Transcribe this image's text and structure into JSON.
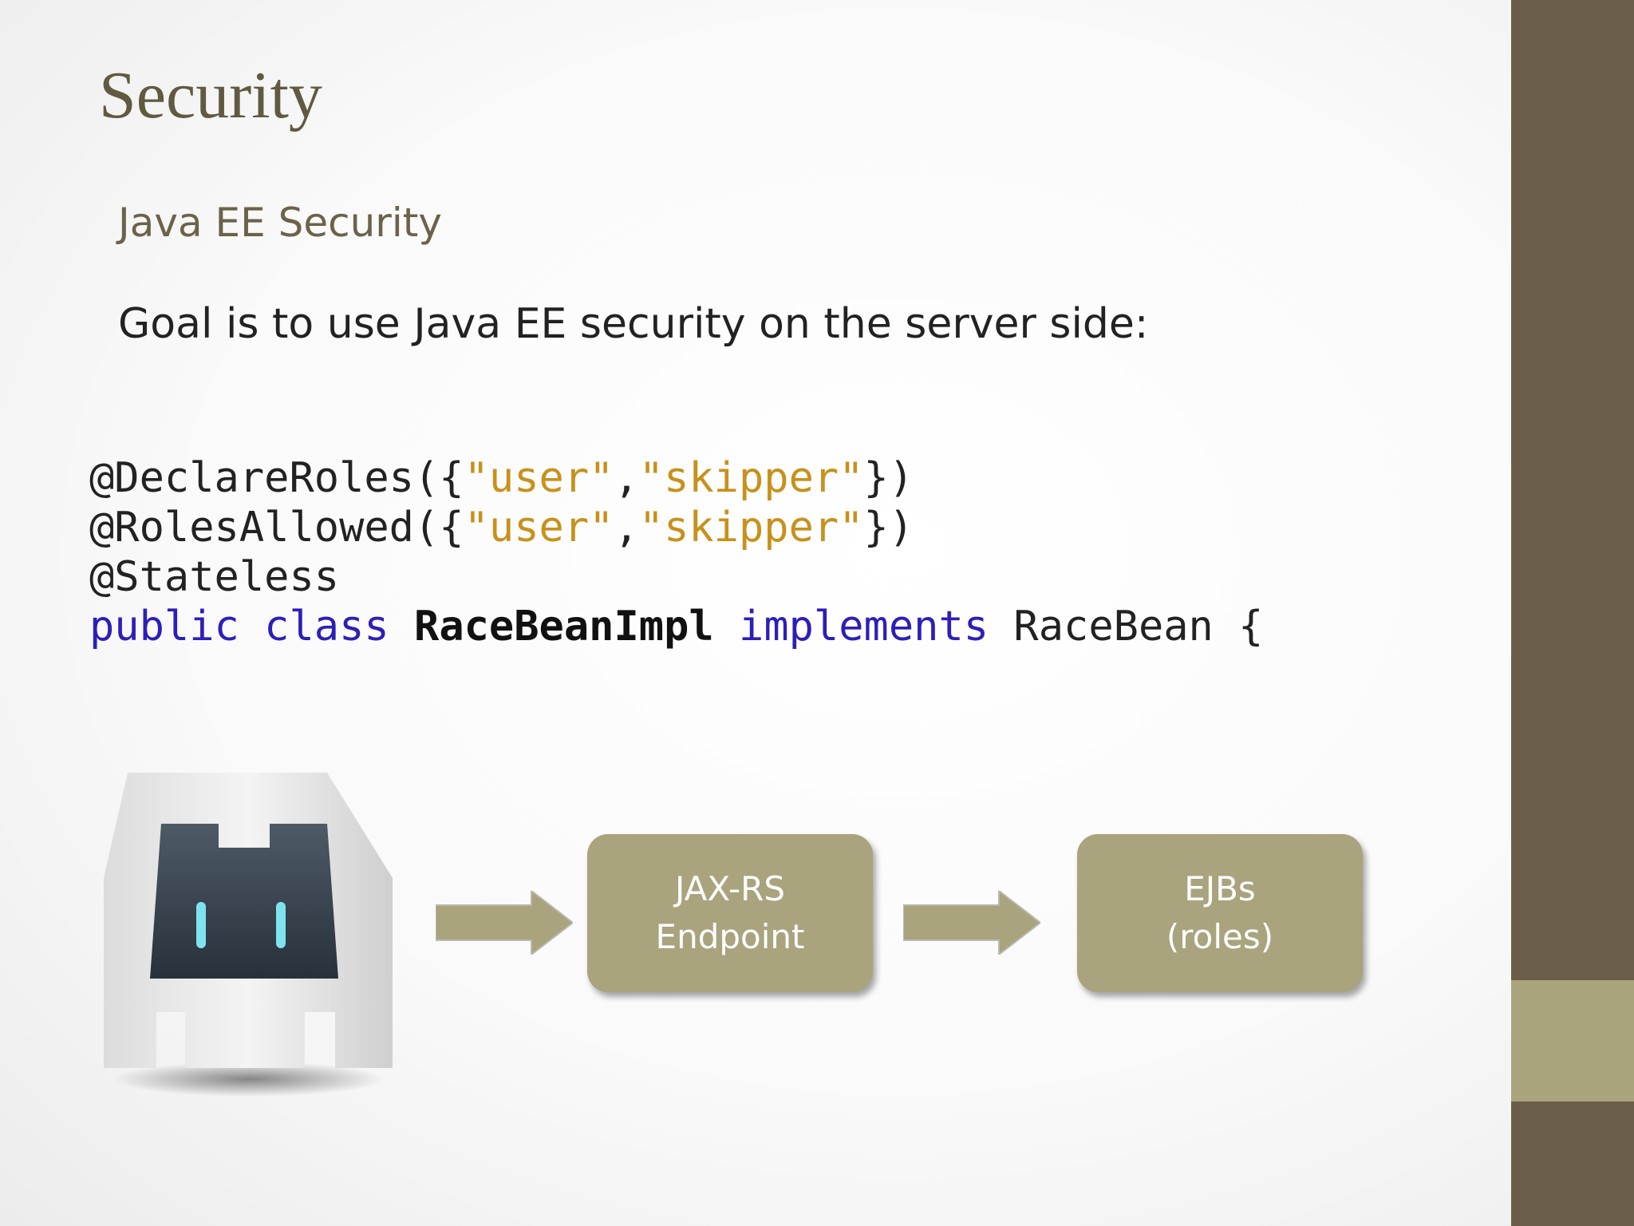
{
  "slide": {
    "title": "Security",
    "subtitle": "Java EE Security",
    "goal": "Goal is to use Java EE security on the server side:"
  },
  "code": {
    "line1": {
      "prefix": "@DeclareRoles({",
      "s1": "\"user\"",
      "comma": ",",
      "s2": "\"skipper\"",
      "suffix": "})"
    },
    "line2": {
      "prefix": "@RolesAllowed({",
      "s1": "\"user\"",
      "comma": ",",
      "s2": "\"skipper\"",
      "suffix": "})"
    },
    "line3": {
      "text": "@Stateless"
    },
    "line4": {
      "kw1": "public",
      "kw2": "class",
      "name": "RaceBeanImpl",
      "kw3": "implements",
      "rest": "RaceBean {"
    }
  },
  "diagram": {
    "client_icon": "cordova-robot-icon",
    "box1": {
      "line1": "JAX-RS",
      "line2": "Endpoint"
    },
    "box2": {
      "line1": "EJBs",
      "line2": "(roles)"
    },
    "arrow_icon": "arrow-right-icon"
  },
  "colors": {
    "title": "#5f5a40",
    "box_fill": "#a9a37e",
    "side_bar": "#6b5e48",
    "side_accent": "#a9a37e",
    "code_string": "#c7911b",
    "code_keyword": "#2c1fb8"
  }
}
